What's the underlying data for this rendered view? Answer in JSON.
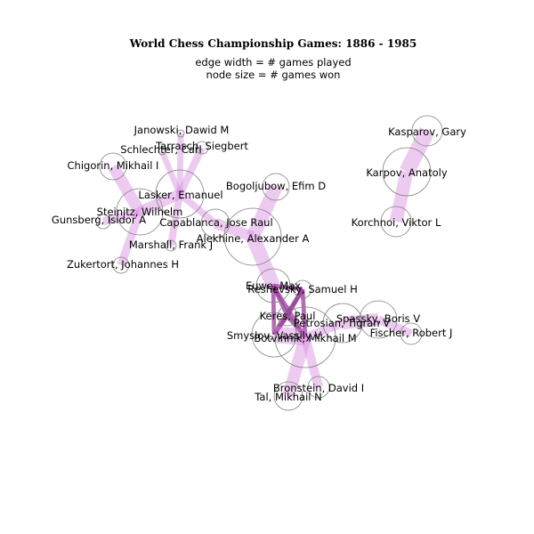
{
  "title": "World Chess Championship Games: 1886 - 1985",
  "subtitle_lines": [
    "edge width = # games played",
    "node size = # games won"
  ],
  "colors": {
    "edge": "#d88be0",
    "edge_dark": "#9b3a9b",
    "node_stroke": "#808080"
  },
  "graph": {
    "nodes": [
      {
        "id": "janowski",
        "label": "Janowski, Dawid M"
      },
      {
        "id": "tarrasch",
        "label": "Tarrasch, Siegbert"
      },
      {
        "id": "schlechter",
        "label": "Schlechter, Carl"
      },
      {
        "id": "chigorin",
        "label": "Chigorin, Mikhail I"
      },
      {
        "id": "lasker",
        "label": "Lasker, Emanuel"
      },
      {
        "id": "steinitz",
        "label": "Steinitz, Wilhelm"
      },
      {
        "id": "gunsberg",
        "label": "Gunsberg, Isidor A"
      },
      {
        "id": "capablanca",
        "label": "Capablanca, Jose Raul"
      },
      {
        "id": "marshall",
        "label": "Marshall, Frank J"
      },
      {
        "id": "zukertort",
        "label": "Zukertort, Johannes H"
      },
      {
        "id": "bogoljubow",
        "label": "Bogoljubow, Efim D"
      },
      {
        "id": "alekhine",
        "label": "Alekhine, Alexander A"
      },
      {
        "id": "euwe",
        "label": "Euwe, Max"
      },
      {
        "id": "reshevsky",
        "label": "Reshevsky, Samuel H"
      },
      {
        "id": "keres",
        "label": "Keres, Paul"
      },
      {
        "id": "spassky",
        "label": "Spassky, Boris V"
      },
      {
        "id": "petrosian",
        "label": "Petrosian, Tigran V"
      },
      {
        "id": "fischer",
        "label": "Fischer, Robert J"
      },
      {
        "id": "smyslov",
        "label": "Smyslov, Vassily V"
      },
      {
        "id": "botvinnik",
        "label": "Botvinnik, Mikhail M"
      },
      {
        "id": "bronstein",
        "label": "Bronstein, David I"
      },
      {
        "id": "tal",
        "label": "Tal, Mikhail N"
      },
      {
        "id": "kasparov",
        "label": "Kasparov, Gary"
      },
      {
        "id": "karpov",
        "label": "Karpov, Anatoly"
      },
      {
        "id": "korchnoi",
        "label": "Korchnoi, Viktor L"
      }
    ],
    "edges": [
      {
        "source": "lasker",
        "target": "janowski",
        "weight": 11
      },
      {
        "source": "lasker",
        "target": "tarrasch",
        "weight": 16
      },
      {
        "source": "lasker",
        "target": "schlechter",
        "weight": 10
      },
      {
        "source": "lasker",
        "target": "steinitz",
        "weight": 33
      },
      {
        "source": "lasker",
        "target": "marshall",
        "weight": 15
      },
      {
        "source": "lasker",
        "target": "capablanca",
        "weight": 14
      },
      {
        "source": "steinitz",
        "target": "chigorin",
        "weight": 40
      },
      {
        "source": "steinitz",
        "target": "gunsberg",
        "weight": 19
      },
      {
        "source": "steinitz",
        "target": "zukertort",
        "weight": 20
      },
      {
        "source": "capablanca",
        "target": "alekhine",
        "weight": 34
      },
      {
        "source": "alekhine",
        "target": "bogoljubow",
        "weight": 55
      },
      {
        "source": "alekhine",
        "target": "euwe",
        "weight": 60
      },
      {
        "source": "euwe",
        "target": "botvinnik",
        "weight": 5
      },
      {
        "source": "euwe",
        "target": "smyslov",
        "weight": 5
      },
      {
        "source": "euwe",
        "target": "keres",
        "weight": 5
      },
      {
        "source": "euwe",
        "target": "reshevsky",
        "weight": 5
      },
      {
        "source": "reshevsky",
        "target": "botvinnik",
        "weight": 5
      },
      {
        "source": "reshevsky",
        "target": "smyslov",
        "weight": 5
      },
      {
        "source": "reshevsky",
        "target": "keres",
        "weight": 5
      },
      {
        "source": "keres",
        "target": "botvinnik",
        "weight": 5
      },
      {
        "source": "keres",
        "target": "smyslov",
        "weight": 5
      },
      {
        "source": "botvinnik",
        "target": "smyslov",
        "weight": 79
      },
      {
        "source": "botvinnik",
        "target": "tal",
        "weight": 44
      },
      {
        "source": "botvinnik",
        "target": "bronstein",
        "weight": 24
      },
      {
        "source": "botvinnik",
        "target": "petrosian",
        "weight": 22
      },
      {
        "source": "petrosian",
        "target": "spassky",
        "weight": 47
      },
      {
        "source": "spassky",
        "target": "fischer",
        "weight": 21
      },
      {
        "source": "karpov",
        "target": "korchnoi",
        "weight": 50
      },
      {
        "source": "karpov",
        "target": "kasparov",
        "weight": 72
      }
    ]
  }
}
